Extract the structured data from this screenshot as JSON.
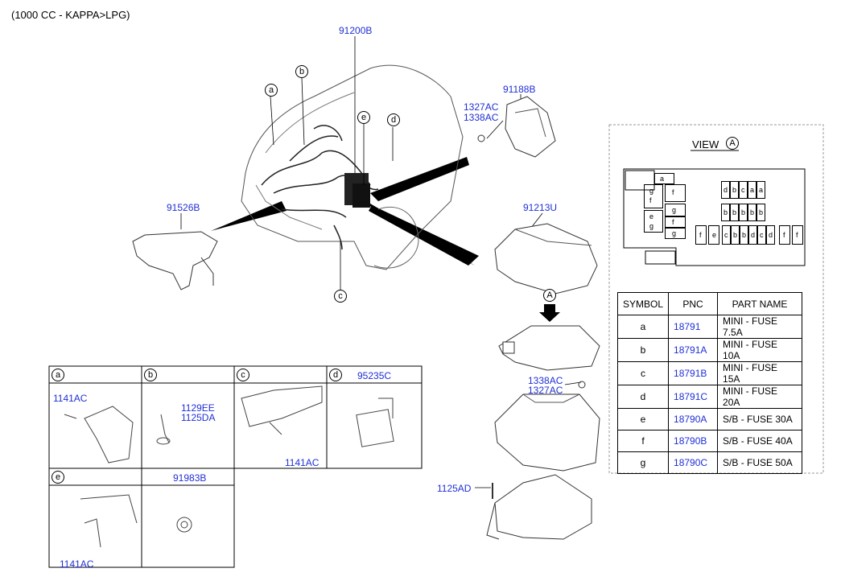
{
  "title": "(1000 CC - KAPPA>LPG)",
  "colors": {
    "part_number": "#1f2fd6",
    "line": "#000000",
    "dashed": "#999999"
  },
  "main_labels": {
    "wiring_harness": "91200B",
    "front_harness": "91526B",
    "bracket_harness": "91188B",
    "fuse_box_cover": "91213U",
    "clip_1": "1327AC",
    "clip_2": "1338AC",
    "clip_3": "1338AC",
    "clip_4": "1327AC",
    "bolt": "1125AD"
  },
  "callouts": [
    "a",
    "b",
    "c",
    "d",
    "e"
  ],
  "view_label": "VIEW",
  "view_marker": "A",
  "fuse_letters": {
    "top_left_a": "a",
    "left_col": [
      "g",
      "f",
      "e",
      "g"
    ],
    "mid_col": [
      "f",
      "g",
      "f",
      "g"
    ],
    "grid_row1": [
      "d",
      "b",
      "c",
      "a",
      "a"
    ],
    "grid_row2": [
      "b",
      "b",
      "b",
      "b",
      "b"
    ],
    "grid_row3": [
      "f",
      "e",
      "c",
      "b",
      "b",
      "d",
      "c",
      "d",
      "f",
      "f"
    ]
  },
  "parts_table": {
    "headers": [
      "SYMBOL",
      "PNC",
      "PART NAME"
    ],
    "rows": [
      {
        "symbol": "a",
        "pnc": "18791",
        "name": "MINI - FUSE 7.5A"
      },
      {
        "symbol": "b",
        "pnc": "18791A",
        "name": "MINI - FUSE 10A"
      },
      {
        "symbol": "c",
        "pnc": "18791B",
        "name": "MINI - FUSE 15A"
      },
      {
        "symbol": "d",
        "pnc": "18791C",
        "name": "MINI - FUSE 20A"
      },
      {
        "symbol": "e",
        "pnc": "18790A",
        "name": "S/B - FUSE 30A"
      },
      {
        "symbol": "f",
        "pnc": "18790B",
        "name": "S/B - FUSE 40A"
      },
      {
        "symbol": "g",
        "pnc": "18790C",
        "name": "S/B - FUSE 50A"
      }
    ]
  },
  "detail_panels": {
    "a": {
      "letter": "a",
      "label1": "1141AC"
    },
    "b": {
      "letter": "b",
      "label1": "1129EE",
      "label2": "1125DA"
    },
    "c": {
      "letter": "c",
      "label1": "1141AC"
    },
    "d": {
      "letter": "d",
      "header": "95235C"
    },
    "e": {
      "letter": "e",
      "label1": "1141AC"
    },
    "f": {
      "header": "91983B"
    }
  }
}
